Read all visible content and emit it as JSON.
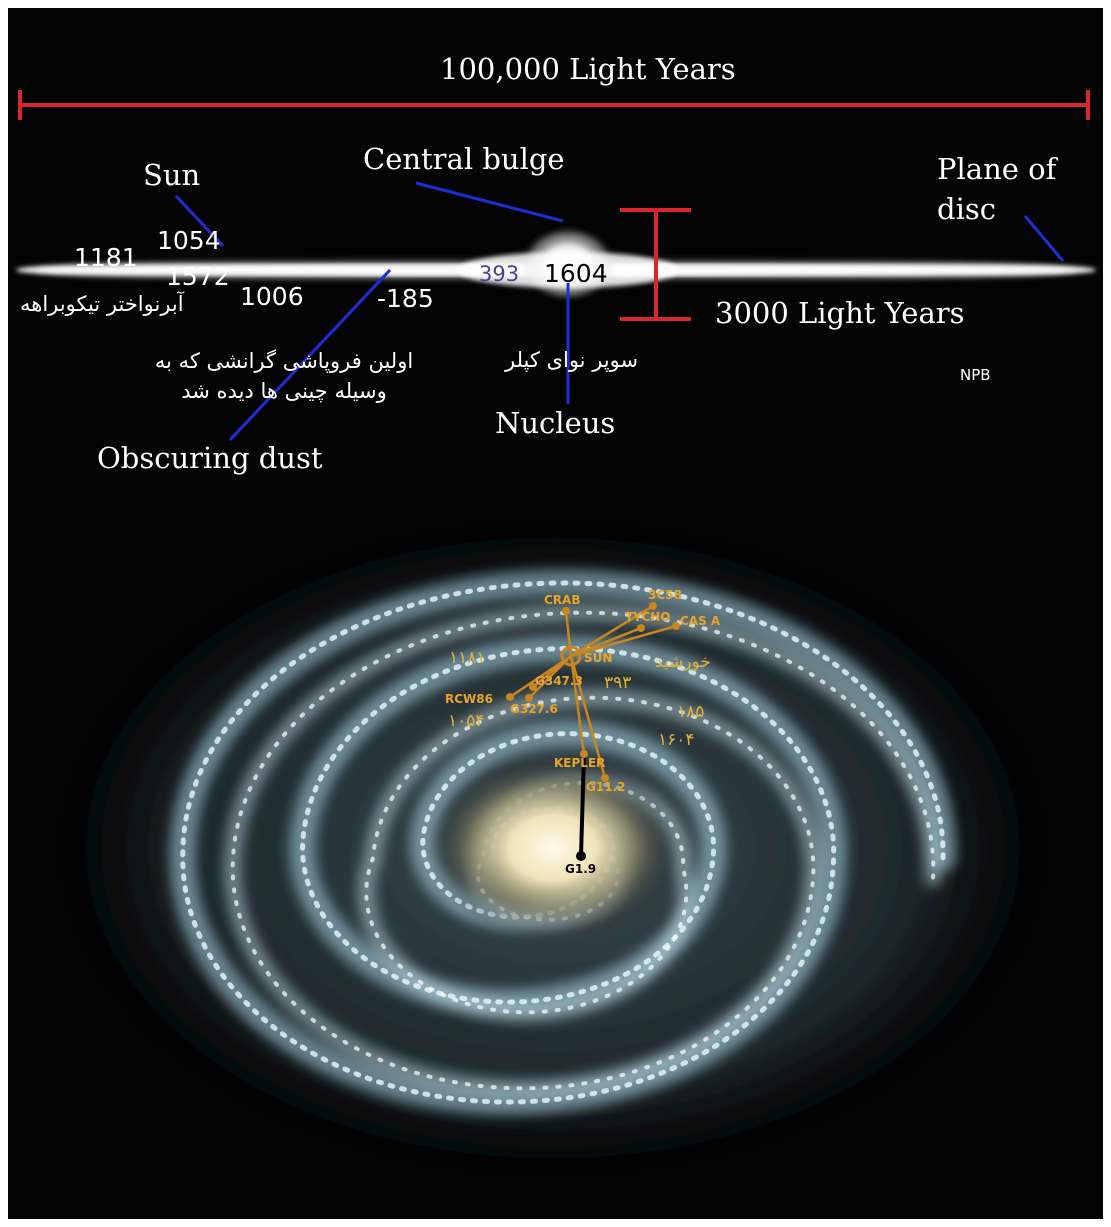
{
  "edge_view": {
    "width_label": "100,000 Light Years",
    "thickness_label": "3000 Light Years",
    "labels": {
      "sun": "Sun",
      "central_bulge": "Central bulge",
      "plane_of_disc": "Plane of\ndisc",
      "nucleus": "Nucleus",
      "obscuring_dust": "Obscuring dust",
      "credit": "NPB"
    },
    "years": {
      "y1181": "1181",
      "y1054": "1054",
      "y1572": "1572",
      "y1006": "1006",
      "y185": "-185",
      "y393": "393",
      "y1604": "1604"
    },
    "persian_notes": {
      "tycho": "آبرنواختر تیکوبراهه",
      "first_chinese": "اولین فروپاشی گرانشی که به\nوسیله چینی ها دیده شد",
      "kepler": "سوپر نوای کپلر"
    }
  },
  "face_view": {
    "remnants": [
      "CRAB",
      "3C58",
      "TYCHO",
      "CAS A",
      "SUN",
      "G347.3",
      "RCW86",
      "G327.6",
      "KEPLER",
      "G11.2",
      "G1.9"
    ],
    "persian_years": {
      "y1181": "۱۱۸۱",
      "y393": "۳۹۳",
      "y185": "۱۸۵",
      "y1054": "۱۰۵۴",
      "y1604": "۱۶۰۴"
    },
    "sun_persian": "خورشید"
  },
  "colors": {
    "scale_bar": "#d8262a",
    "pointer_lines": "#1c2fd6",
    "remnant_lines": "#c8861f",
    "galactic_center_line": "#000000"
  }
}
